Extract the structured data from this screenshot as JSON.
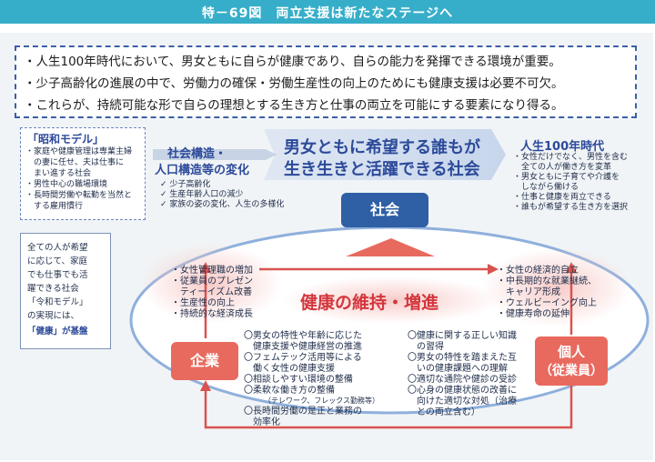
{
  "header": {
    "title": "特－69図　両立支援は新たなステージへ"
  },
  "intro": {
    "lines": [
      "・人生100年時代において、男女ともに自らが健康であり、自らの能力を発揮できる環境が重要。",
      "・少子高齢化の進展の中で、労働力の確保・労働生産性の向上のためにも健康支援は必要不可欠。",
      "・これらが、持続可能な形で自らの理想とする生き方と仕事の両立を可能にする要素になり得る。"
    ]
  },
  "showa": {
    "title": "「昭和モデル」",
    "items": [
      "・家庭や健康管理は専業主婦",
      "　の妻に任せ、夫は仕事に",
      "　まい進する社会",
      "・男性中心の職場環境",
      "・長時間労働や転勤を当然と",
      "　する雇用慣行"
    ]
  },
  "change": {
    "title_line1": "社会構造・",
    "title_line2": "人口構造等の変化",
    "items": [
      "✓ 少子高齢化",
      "✓ 生産年齢人口の減少",
      "✓ 家族の姿の変化、人生の多様化"
    ]
  },
  "headline": {
    "line1": "男女ともに希望する誰もが",
    "line2": "生き生きと活躍できる社会"
  },
  "century": {
    "title": "人生100年時代",
    "items": [
      "・女性だけでなく、男性を含む",
      "　全ての人が働き方を変革",
      "・男女ともに子育てや介護を",
      "　しながら働ける",
      "・仕事と健康を両立できる",
      "・誰もが希望する生き方を選択"
    ]
  },
  "society_label": "社会",
  "company_label": "企業",
  "individual_label_line1": "個人",
  "individual_label_line2": "（従業員）",
  "center_label": "健康の維持・増進",
  "company_effects": [
    "・女性管理職の増加",
    "・従業員のプレゼン",
    "　ティーイズム改善",
    "・生産性の向上",
    "・持続的な経済成長"
  ],
  "individual_effects": [
    "・女性の経済的自立",
    "・中長期的な就業継続、",
    "　キャリア形成",
    "・ウェルビーイング向上",
    "・健康寿命の延伸"
  ],
  "company_actions": [
    "〇男女の特性や年齢に応じた",
    "　健康支援や健康経営の推進",
    "〇フェムテック活用等による",
    "　働く女性の健康支援",
    "〇相談しやすい環境の整備",
    "〇柔軟な働き方の整備",
    "（テレワーク、フレックス勤務等）",
    "〇長時間労働の是正と業務の",
    "　効率化"
  ],
  "individual_actions": [
    "〇健康に関する正しい知識",
    "　の習得",
    "〇男女の特性を踏まえた互",
    "　いの健康課題への理解",
    "〇適切な通院や健診の受診",
    "〇心身の健康状態の改善に",
    "　向けた適切な対処（治療",
    "　との両立含む）"
  ],
  "left_note": {
    "lines": [
      "全ての人が希望",
      "に応じて、家庭",
      "でも仕事でも活",
      "躍できる社会",
      "「令和モデル」",
      "の実現には、"
    ],
    "last_em": "「健康」",
    "last_rest": "が基盤"
  },
  "colors": {
    "title_bar": "#37aec9",
    "navy": "#2f5fa4",
    "coral": "#e86a5f",
    "ellipse": "#7ea3d6"
  }
}
